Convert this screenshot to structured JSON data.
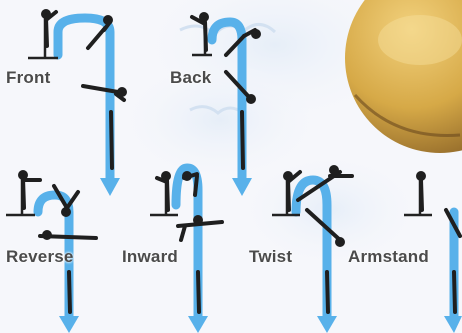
{
  "dives": [
    {
      "id": "front",
      "label": "Front"
    },
    {
      "id": "back",
      "label": "Back"
    },
    {
      "id": "reverse",
      "label": "Reverse"
    },
    {
      "id": "inward",
      "label": "Inward"
    },
    {
      "id": "twist",
      "label": "Twist"
    },
    {
      "id": "armstand",
      "label": "Armstand"
    }
  ],
  "colors": {
    "path": "#58b1ea",
    "path_edge": "#2f86c8",
    "platform": "#222222",
    "diver": "#1f1f1f",
    "water_ball": "#d8ad4f",
    "splash": "#c9d9ee"
  }
}
